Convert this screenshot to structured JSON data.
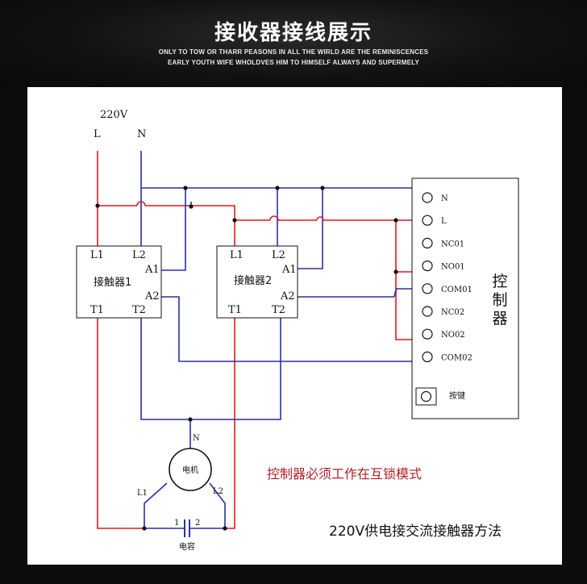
{
  "header": {
    "title": "接收器接线展示",
    "subtitle_line1": "ONLY TO TOW OR THARR PEASONS IN ALL THE WIRLD ARE THE REMINISCENCES",
    "subtitle_line2": "EARLY YOUTH WIFE WHOLDVES HIM TO HIMSELF ALWAYS AND SUPERMELY"
  },
  "diagram": {
    "supply": {
      "voltage": "220V",
      "line": "L",
      "neutral": "N"
    },
    "contactor1": {
      "name": "接触器1",
      "l1": "L1",
      "l2": "L2",
      "a1": "A1",
      "a2": "A2",
      "t1": "T1",
      "t2": "T2"
    },
    "contactor2": {
      "name": "接触器2",
      "l1": "L1",
      "l2": "L2",
      "a1": "A1",
      "a2": "A2",
      "t1": "T1",
      "t2": "T2"
    },
    "controller": {
      "name": "控制器",
      "terminals": [
        "N",
        "L",
        "NC01",
        "NO01",
        "COM01",
        "NC02",
        "NO02",
        "COM02"
      ],
      "button_label": "按键"
    },
    "motor": {
      "name": "电机",
      "n": "N",
      "l1": "L1",
      "l2": "L2"
    },
    "capacitor": {
      "name": "电容",
      "pin1": "1",
      "pin2": "2"
    },
    "note": "控制器必须工作在互锁模式",
    "caption": "220V供电接交流接触器方法"
  },
  "colors": {
    "red": "#e8161b",
    "blue": "#2a2fa8",
    "background": "#0d0d0d",
    "panel": "#ffffff",
    "note": "#b0202a"
  }
}
